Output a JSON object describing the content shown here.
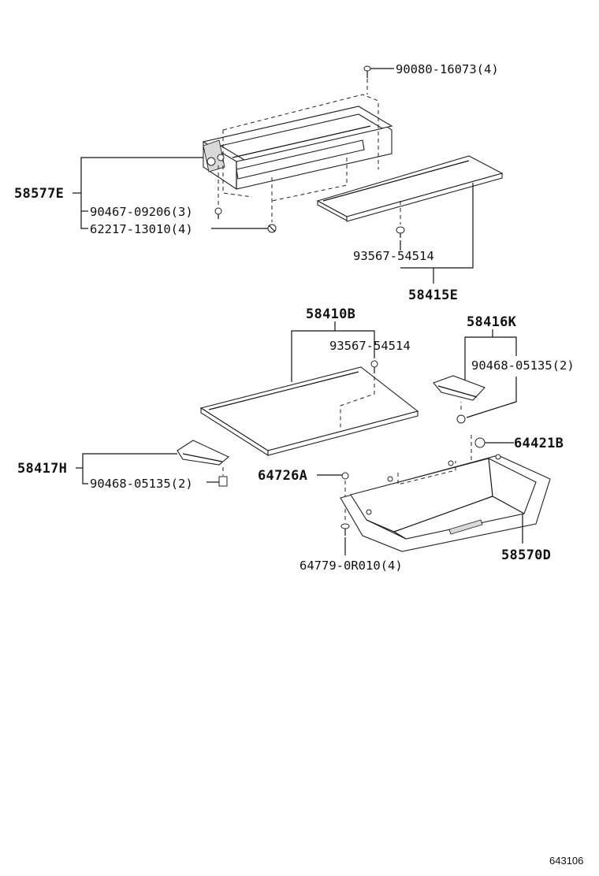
{
  "parts": {
    "p58577E": "58577E",
    "p90080": "90080-16073(4)",
    "p90467": "90467-09206(3)",
    "p62217": "62217-13010(4)",
    "p93567a": "93567-54514",
    "p58415E": "58415E",
    "p58410B": "58410B",
    "p93567b": "93567-54514",
    "p58416K": "58416K",
    "p90468a": "90468-05135(2)",
    "p64421B": "64421B",
    "p58417H": "58417H",
    "p90468b": "90468-05135(2)",
    "p64726A": "64726A",
    "p64779": "64779-0R010(4)",
    "p58570D": "58570D"
  },
  "diagram_code": "643106"
}
